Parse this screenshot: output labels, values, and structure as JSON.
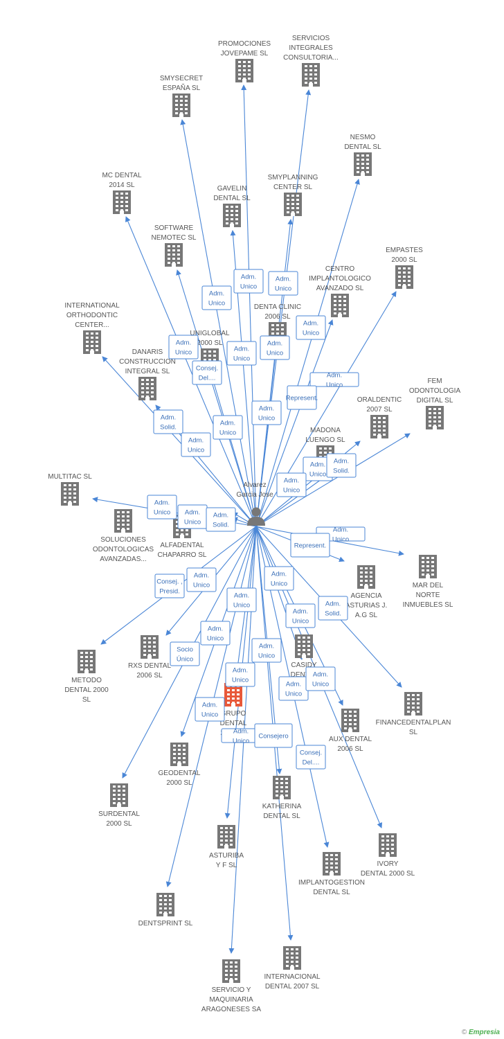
{
  "person": {
    "name_lines": [
      "Alvarez",
      "Garcia Jose"
    ],
    "icon": "person-icon",
    "color": "#777777"
  },
  "colors": {
    "edge": "#4a86d6",
    "building": "#777777",
    "highlight": "#e8593a"
  },
  "footer": {
    "copyright": "©",
    "brand": "Empresia"
  },
  "companies": [
    {
      "id": "promociones",
      "lines": [
        "PROMOCIONES",
        "JOVEPAME SL"
      ]
    },
    {
      "id": "servicios-integrales",
      "lines": [
        "SERVICIOS",
        "INTEGRALES",
        "CONSULTORIA..."
      ]
    },
    {
      "id": "smysecret",
      "lines": [
        "SMYSECRET",
        "ESPAÑA  SL"
      ]
    },
    {
      "id": "nesmo",
      "lines": [
        "NESMO",
        "DENTAL SL"
      ]
    },
    {
      "id": "mc-dental",
      "lines": [
        "MC DENTAL",
        "2014  SL"
      ]
    },
    {
      "id": "gavelin",
      "lines": [
        "GAVELIN",
        "DENTAL SL"
      ]
    },
    {
      "id": "smyplanning",
      "lines": [
        "SMYPLANNING",
        "CENTER  SL"
      ]
    },
    {
      "id": "empastes",
      "lines": [
        "EMPASTES",
        "2000 SL"
      ]
    },
    {
      "id": "software-nemotec",
      "lines": [
        "SOFTWARE",
        "NEMOTEC SL"
      ]
    },
    {
      "id": "centro-implantologico",
      "lines": [
        "CENTRO",
        "IMPLANTOLOGICO",
        "AVANZADO SL"
      ]
    },
    {
      "id": "international-orthodontic",
      "lines": [
        "INTERNATIONAL",
        "ORTHODONTIC",
        "CENTER..."
      ]
    },
    {
      "id": "denta-clinic",
      "lines": [
        "DENTA CLINIC",
        "2006 SL"
      ]
    },
    {
      "id": "uniglobal",
      "lines": [
        "UNIGLOBAL",
        "2000  SL"
      ]
    },
    {
      "id": "danaris",
      "lines": [
        "DANARIS",
        "CONSTRUCCION",
        "INTEGRAL SL"
      ]
    },
    {
      "id": "fem-odontologia",
      "lines": [
        "FEM",
        "ODONTOLOGIA",
        "DIGITAL  SL"
      ]
    },
    {
      "id": "oraldentic",
      "lines": [
        "ORALDENTIC",
        "2007 SL"
      ]
    },
    {
      "id": "madona",
      "lines": [
        "MADONA",
        "LUENGO SL"
      ]
    },
    {
      "id": "multitac",
      "lines": [
        "MULTITAC  SL"
      ]
    },
    {
      "id": "soluciones",
      "lines": [
        "SOLUCIONES",
        "ODONTOLOGICAS",
        "AVANZADAS..."
      ]
    },
    {
      "id": "alfadental",
      "lines": [
        "ALFADENTAL",
        "CHAPARRO SL"
      ]
    },
    {
      "id": "mar-del-norte",
      "lines": [
        "MAR DEL",
        "NORTE",
        "INMUEBLES SL"
      ]
    },
    {
      "id": "agencia",
      "lines": [
        "AGENCIA",
        "ASTURIAS J.",
        "A.G SL"
      ]
    },
    {
      "id": "metodo-dental",
      "lines": [
        "METODO",
        "DENTAL 2000",
        "SL"
      ]
    },
    {
      "id": "rxs-dental",
      "lines": [
        "RXS DENTAL",
        "2006 SL"
      ]
    },
    {
      "id": "casidy",
      "lines": [
        "CASIDY",
        "DENTAL"
      ]
    },
    {
      "id": "financedentalplan",
      "lines": [
        "FINANCEDENTALPLAN",
        "SL"
      ]
    },
    {
      "id": "grupo-dental",
      "lines": [
        "GRUPO",
        "DENTAL",
        "2000 SL"
      ]
    },
    {
      "id": "aux-dental",
      "lines": [
        "AUX DENTAL",
        "2006 SL"
      ]
    },
    {
      "id": "geodental",
      "lines": [
        "GEODENTAL",
        "2000 SL"
      ]
    },
    {
      "id": "surdental",
      "lines": [
        "SURDENTAL",
        "2000 SL"
      ]
    },
    {
      "id": "katherina",
      "lines": [
        "KATHERINA",
        "DENTAL SL"
      ]
    },
    {
      "id": "asturiba",
      "lines": [
        "ASTURIBA",
        "Y F SL"
      ]
    },
    {
      "id": "ivory",
      "lines": [
        "IVORY",
        "DENTAL 2000 SL"
      ]
    },
    {
      "id": "implantogestion",
      "lines": [
        "IMPLANTOGESTION",
        "DENTAL  SL"
      ]
    },
    {
      "id": "dentsprint",
      "lines": [
        "DENTSPRINT SL"
      ]
    },
    {
      "id": "servicio-maquinaria",
      "lines": [
        "SERVICIO Y",
        "MAQUINARIA",
        "ARAGONESES SA"
      ]
    },
    {
      "id": "internacional-dental",
      "lines": [
        "INTERNACIONAL",
        "DENTAL 2007 SL"
      ]
    }
  ],
  "roles": [
    {
      "lines": [
        "Adm.",
        "Unico"
      ]
    },
    {
      "lines": [
        "Adm.",
        "Unico"
      ]
    },
    {
      "lines": [
        "Adm.",
        "Unico"
      ]
    },
    {
      "lines": [
        "Adm.",
        "Unico"
      ]
    },
    {
      "lines": [
        "Adm.",
        "Unico"
      ]
    },
    {
      "lines": [
        "Consej.",
        "Del...."
      ]
    },
    {
      "lines": [
        "Adm.",
        "Unico"
      ]
    },
    {
      "lines": [
        "Adm.",
        "Unico"
      ]
    },
    {
      "lines": [
        "Adm.",
        "Unico"
      ]
    },
    {
      "lines": [
        "Represent."
      ]
    },
    {
      "lines": [
        "Adm.",
        "Solid."
      ]
    },
    {
      "lines": [
        "Adm.",
        "Unico"
      ]
    },
    {
      "lines": [
        "Adm.",
        "Unico"
      ]
    },
    {
      "lines": [
        "Adm.",
        "Unico"
      ]
    },
    {
      "lines": [
        "Adm.",
        "Unico"
      ]
    },
    {
      "lines": [
        "Adm.",
        "Solid."
      ]
    },
    {
      "lines": [
        "Adm.",
        "Unico"
      ]
    },
    {
      "lines": [
        "Adm.",
        "Unico"
      ]
    },
    {
      "lines": [
        "Adm.",
        "Unico"
      ]
    },
    {
      "lines": [
        "Adm.",
        "Solid."
      ]
    },
    {
      "lines": [
        "Adm.",
        "Unico"
      ]
    },
    {
      "lines": [
        "Represent."
      ]
    },
    {
      "lines": [
        "Consej. ,",
        "Presid."
      ]
    },
    {
      "lines": [
        "Adm.",
        "Unico"
      ]
    },
    {
      "lines": [
        "Adm.",
        "Unico"
      ]
    },
    {
      "lines": [
        "Adm.",
        "Unico"
      ]
    },
    {
      "lines": [
        "Adm.",
        "Unico"
      ]
    },
    {
      "lines": [
        "Adm.",
        "Solid."
      ]
    },
    {
      "lines": [
        "Adm.",
        "Unico"
      ]
    },
    {
      "lines": [
        "Socio",
        "Único"
      ]
    },
    {
      "lines": [
        "Adm.",
        "Unico"
      ]
    },
    {
      "lines": [
        "Adm.",
        "Unico"
      ]
    },
    {
      "lines": [
        "Adm.",
        "Unico"
      ]
    },
    {
      "lines": [
        "Adm.",
        "Unico"
      ]
    },
    {
      "lines": [
        "Adm.",
        "Unico"
      ]
    },
    {
      "lines": [
        "Adm.",
        "Unico"
      ]
    },
    {
      "lines": [
        "Consejero"
      ]
    },
    {
      "lines": [
        "Consej.",
        "Del...."
      ]
    },
    {
      "lines": [
        "Socio",
        "Único"
      ]
    }
  ]
}
